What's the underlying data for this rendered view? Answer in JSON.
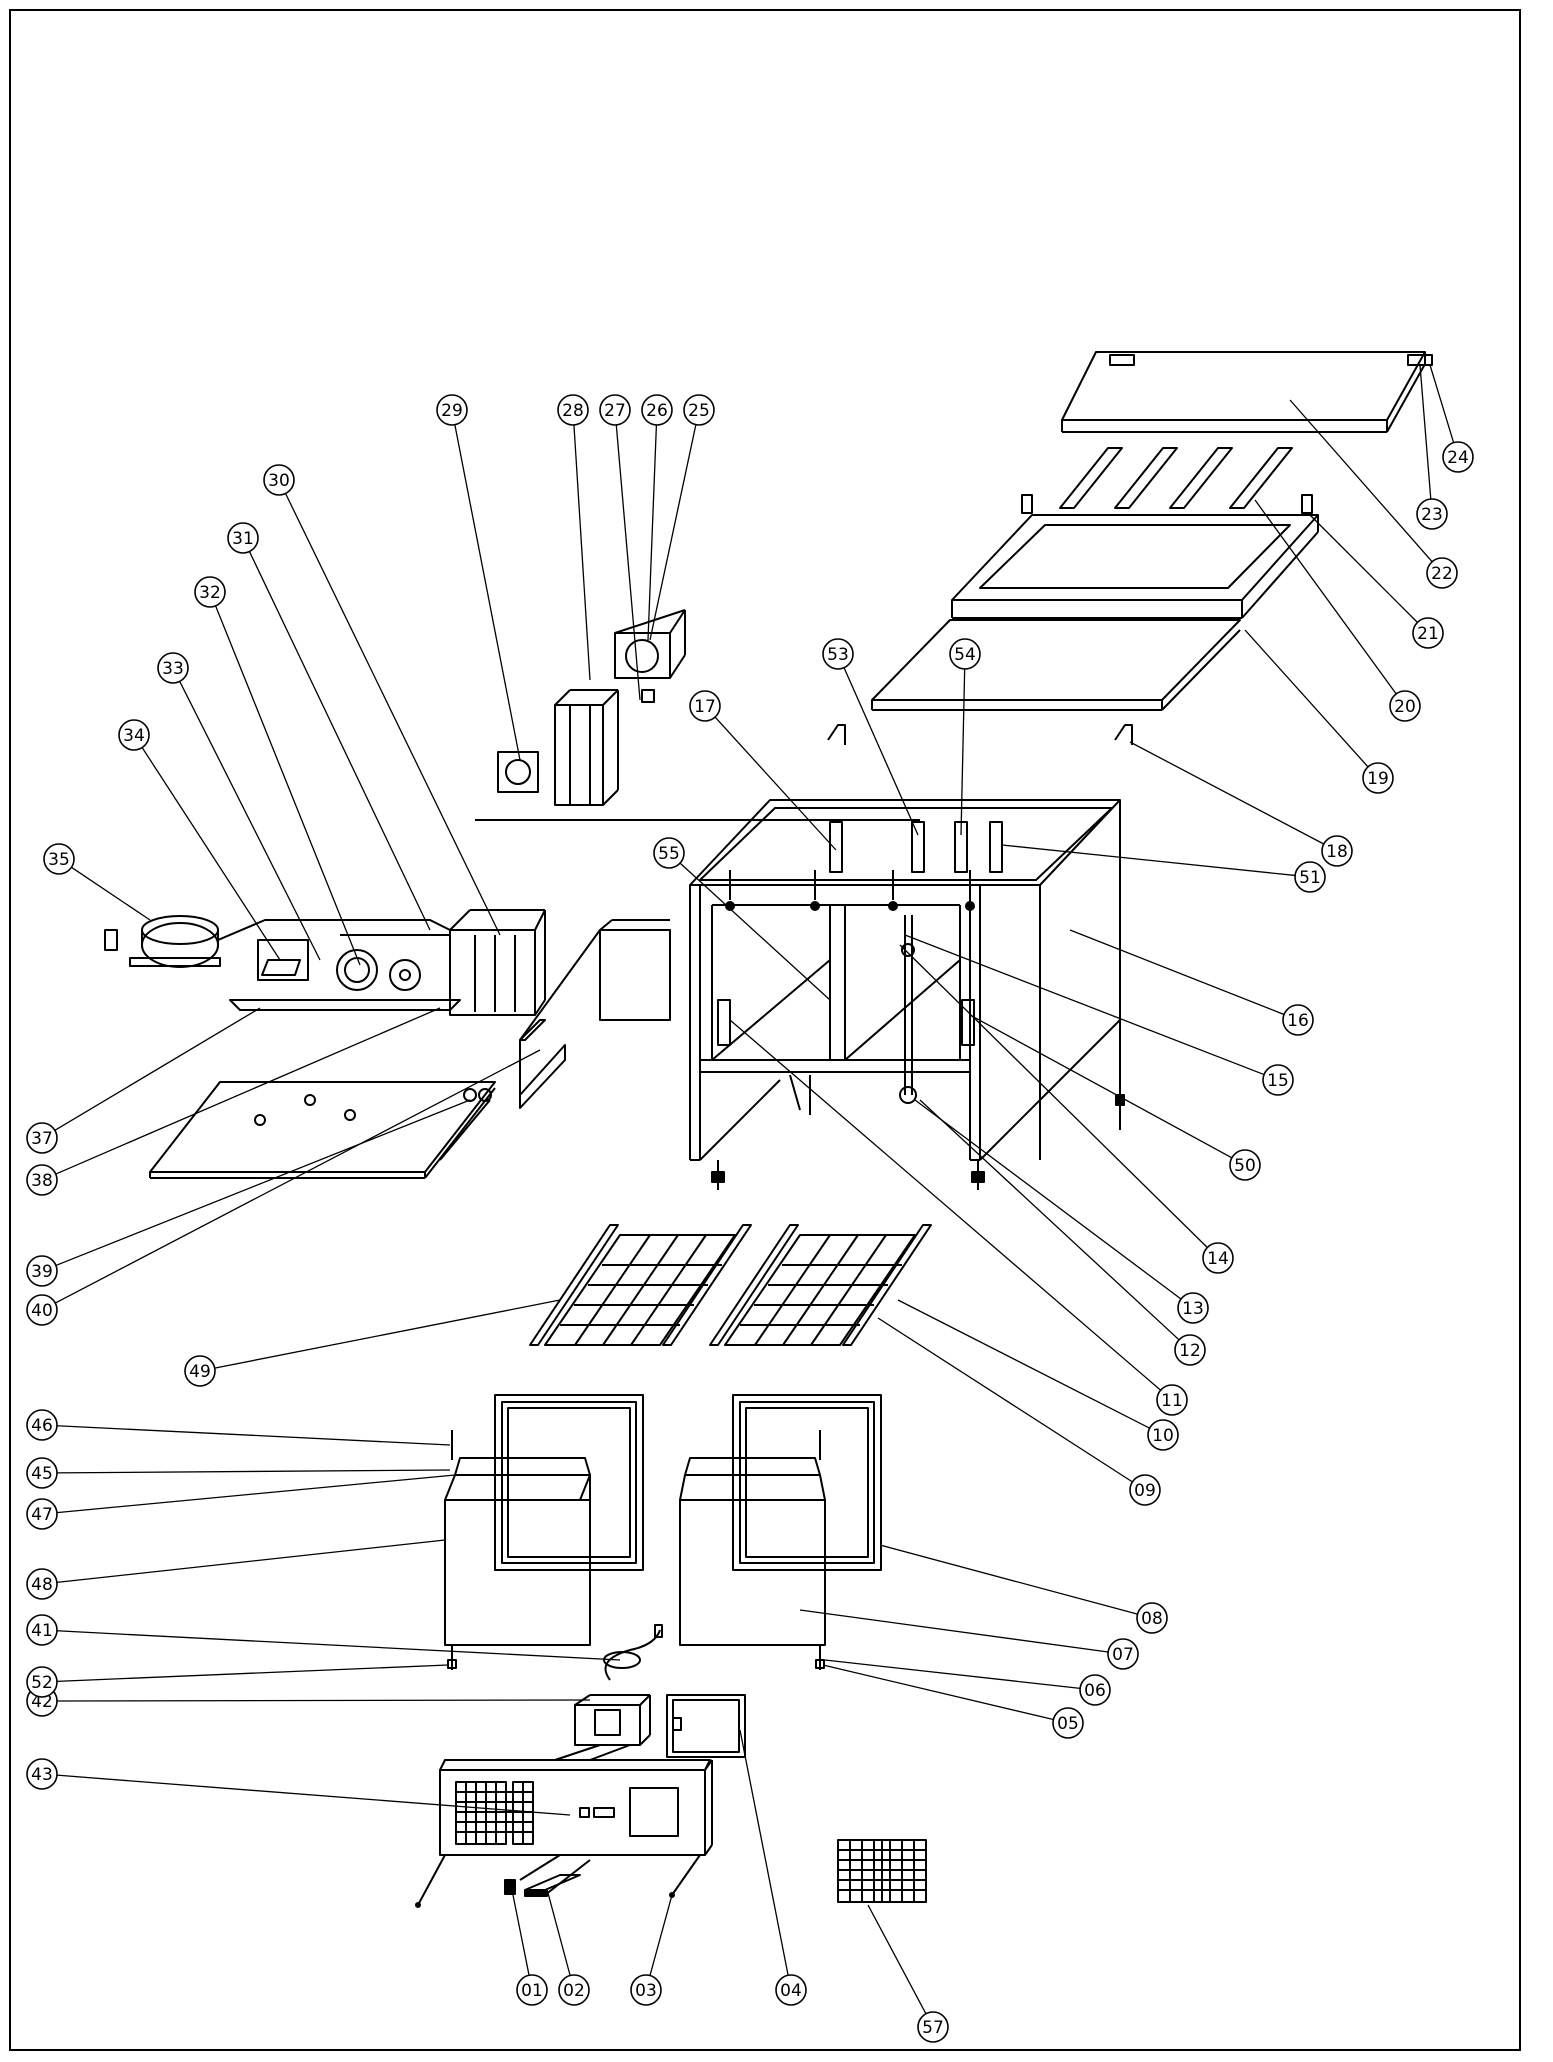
{
  "diagram": {
    "callouts": [
      "01",
      "02",
      "03",
      "04",
      "05",
      "06",
      "07",
      "08",
      "09",
      "10",
      "11",
      "12",
      "13",
      "14",
      "15",
      "16",
      "17",
      "18",
      "19",
      "20",
      "21",
      "22",
      "23",
      "24",
      "25",
      "26",
      "27",
      "28",
      "29",
      "30",
      "31",
      "32",
      "33",
      "34",
      "35",
      "37",
      "38",
      "39",
      "40",
      "41",
      "42",
      "43",
      "45",
      "46",
      "47",
      "48",
      "49",
      "50",
      "51",
      "52",
      "53",
      "54",
      "55",
      "57"
    ],
    "colors": {
      "line": "#000000",
      "background": "#ffffff"
    }
  }
}
